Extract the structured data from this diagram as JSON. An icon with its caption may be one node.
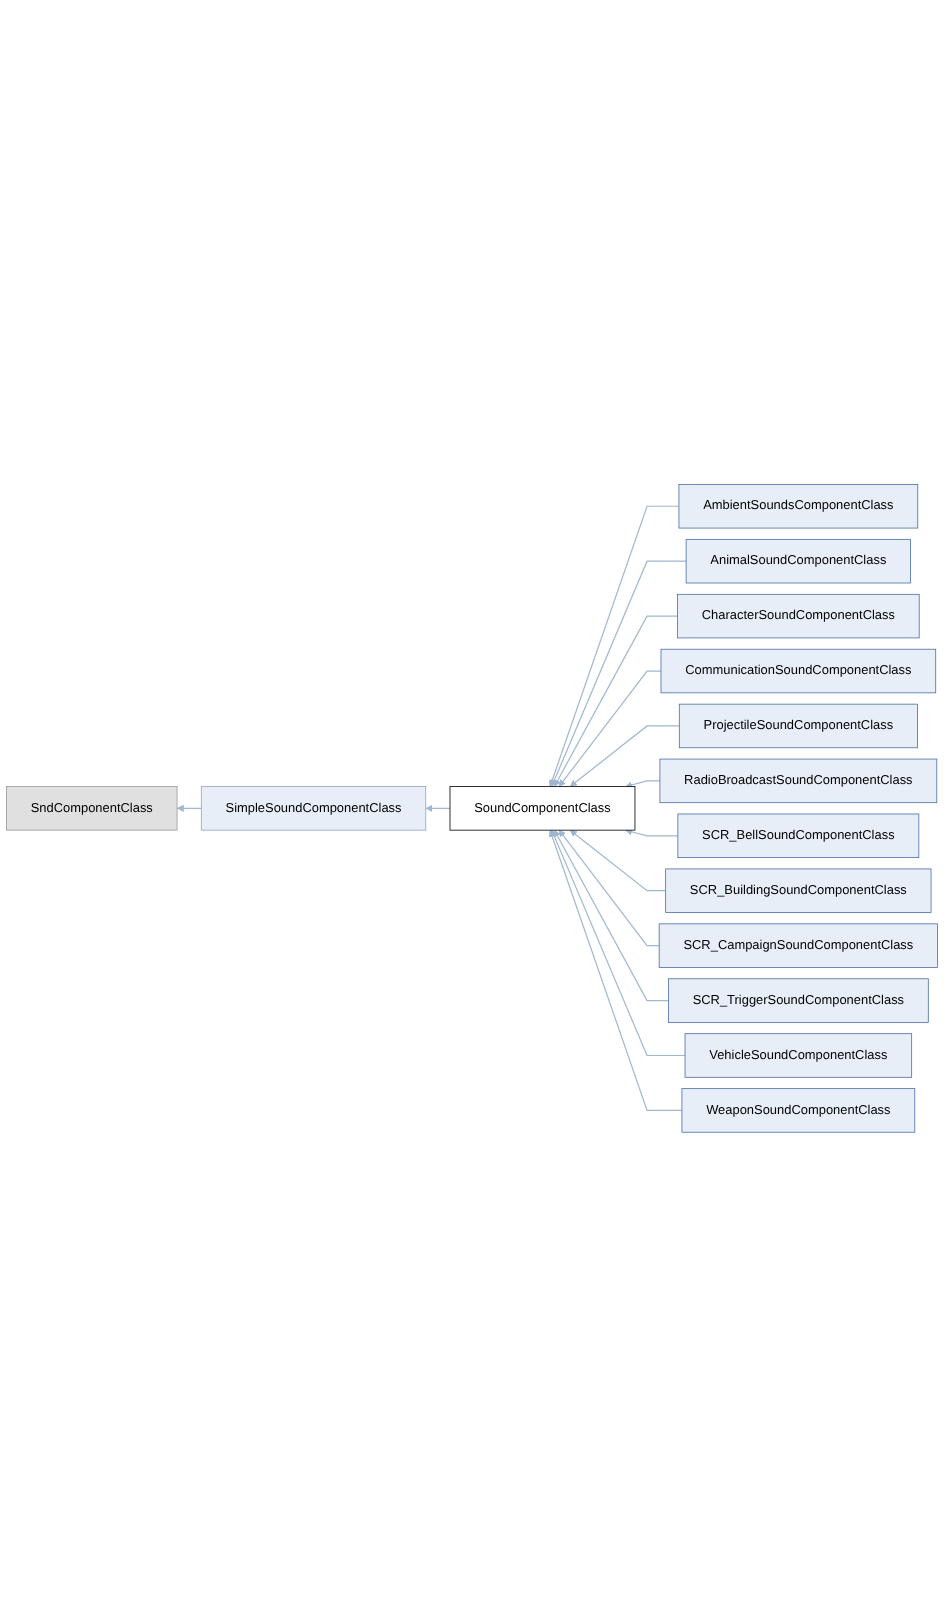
{
  "diagram": {
    "nodes": [
      {
        "text": [
          "SndComponentClass"
        ]
      },
      {
        "text": [
          "SimpleSoundComponentClass"
        ]
      },
      {
        "text": [
          "SoundComponentClass"
        ]
      },
      {
        "text": [
          "AmbientSoundsComponentClass"
        ]
      },
      {
        "text": [
          "AnimalSoundComponentClass"
        ]
      },
      {
        "text": [
          "CharacterSoundComponentClass"
        ]
      },
      {
        "text": [
          "CommunicationSoundComponentClass"
        ]
      },
      {
        "text": [
          "ProjectileSoundComponentClass"
        ]
      },
      {
        "text": [
          "RadioBroadcastSoundComponentClass"
        ]
      },
      {
        "text": [
          "SCR_BellSoundComponentClass"
        ]
      },
      {
        "text": [
          "SCR_BuildingSoundComponentClass"
        ]
      },
      {
        "text": [
          "SCR_CampaignSoundComponentClass"
        ]
      },
      {
        "text": [
          "SCR_TriggerSoundComponentClass"
        ]
      },
      {
        "text": [
          "VehicleSoundComponentClass"
        ]
      },
      {
        "text": [
          "WeaponSoundComponentClass"
        ]
      }
    ],
    "edges": [
      {
        "from": 1,
        "to": 0,
        "arrow": "to"
      },
      {
        "from": 2,
        "to": 1,
        "arrow": "to"
      },
      {
        "from": 3,
        "to": 2,
        "arrow": "to"
      },
      {
        "from": 4,
        "to": 2,
        "arrow": "to"
      },
      {
        "from": 5,
        "to": 2,
        "arrow": "to"
      },
      {
        "from": 6,
        "to": 2,
        "arrow": "to"
      },
      {
        "from": 7,
        "to": 2,
        "arrow": "to"
      },
      {
        "from": 8,
        "to": 2,
        "arrow": "to"
      },
      {
        "from": 9,
        "to": 2,
        "arrow": "to"
      },
      {
        "from": 10,
        "to": 2,
        "arrow": "to"
      },
      {
        "from": 11,
        "to": 2,
        "arrow": "to"
      },
      {
        "from": 12,
        "to": 2,
        "arrow": "to"
      },
      {
        "from": 13,
        "to": 2,
        "arrow": "to"
      },
      {
        "from": 14,
        "to": 2,
        "arrow": "to"
      }
    ]
  }
}
